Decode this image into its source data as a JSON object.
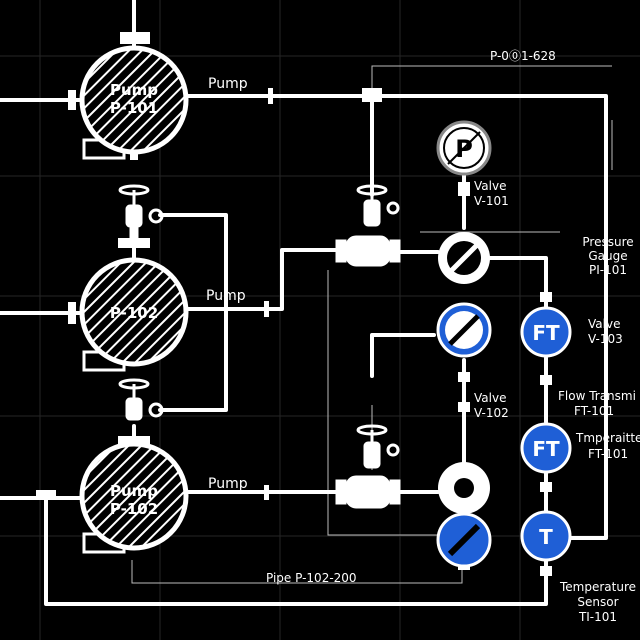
{
  "pumps": [
    {
      "line1": "Pump",
      "line2": "P-101"
    },
    {
      "line1": "",
      "line2": "P-102"
    },
    {
      "line1": "Pump",
      "line2": "P-102"
    }
  ],
  "pipe_labels": {
    "pump_a": "Pump",
    "pump_b": "Pump",
    "pump_c": "Pump",
    "top_line": "P-0⓪1-628",
    "bottom_line": "Pipe P-102-200"
  },
  "gauge_symbol": "P",
  "instrument_symbols": {
    "ft1": "FT",
    "ft2": "FT",
    "t": "T"
  },
  "tags": {
    "valve_v101": [
      "Valve",
      "V-101"
    ],
    "valve_v102": [
      "Valve",
      "V-102"
    ],
    "pressure_gauge": [
      "Pressure",
      "Gauge",
      "PI-101"
    ],
    "valve_v103": [
      "Valve",
      "V-103"
    ],
    "flow_transmitter": [
      "Flow Transmi",
      "FT-101"
    ],
    "temperature_ft": [
      "Tmperaitte",
      "FT-101"
    ],
    "temperature_sensor": [
      "Temperature",
      "Sensor",
      "TI-101"
    ]
  },
  "colors": {
    "background": "#000000",
    "pipe": "#ffffff",
    "instrument_blue": "#1f5fd6",
    "grid": "#2a2a2a"
  }
}
